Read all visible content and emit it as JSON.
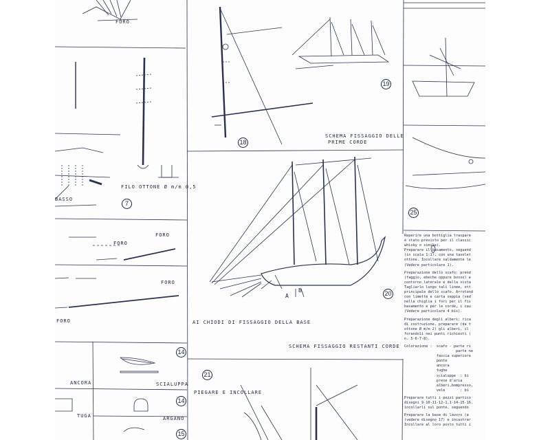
{
  "labels": {
    "foro_top": "FORO",
    "filo_ottone": "FILO OTTONE Ø m/m 0,5",
    "basso": "BASSO",
    "foro_a": "FORO",
    "foro_b": "FORO",
    "foro_c": "FORO",
    "foro_d": "FORO",
    "schema_prime_1": "SCHEMA FISSAGGIO DELLE",
    "schema_prime_2": "PRIME CORDE",
    "ai_chiodi": "AI CHIODI DI FISSAGGIO DELLA BASE",
    "schema_restanti": "SCHEMA FISSAGGIO RESTANTI CORDE",
    "ancora": "ANCORA",
    "scialuppa": "SCIALUPPA",
    "tuga": "TUGA",
    "argano": "ARGANO",
    "piegare": "PIEGARE E INCOLLARE",
    "letter_a": "A",
    "letter_b": "B"
  },
  "numbers": {
    "n7": "7",
    "n14a": "14",
    "n14b": "14",
    "n15": "15",
    "n18": "18",
    "n19": "19",
    "n20": "20",
    "n21": "21",
    "n25": "25"
  },
  "notes": [
    "Reperire una bottiglia traspare",
    "è stato previsto per il classic",
    "whisky o simile).",
    "Preparare il basamento, seguend",
    "(in scala 1:1), con una tavolet",
    "ottone. Incollare saldamente le",
    "(Vedere particolare 1).",
    "",
    "Preparazione dello scafo: prend",
    "(faggio, ebeche oppure bosso) e",
    "contorno laterale e della vista",
    "Tagliarlo lungo tali linee, ott",
    "principale dello scafo. Arrotond",
    "con limette e carta seppia (ved",
    "nella chiglia i fori per il fis",
    "basamento e per le corde, i cau",
    "(Vedere particolare 4 bis).",
    "",
    "Preparazione degli alberi: rica",
    "di costruzione, preparare (da t",
    "ottone Ø m/m 2) gli alberi, il",
    "forandoli nei punti richiesti (",
    "n. 5-6-7-8).",
    "",
    "Colorazione :  scafo - parte ri",
    "                        parte ne",
    "               fascia superiore",
    "               ponte",
    "               ancora",
    "               tughe",
    "               scialuppe  : bi",
    "               prese d'aria",
    "               alberi,bompresso,",
    "               vele       : bi",
    "",
    "Preparare tutti i pezzi partico",
    "disegni 9-10-11-12-1,1-14-15-16.",
    "incollarli sul ponte, seguendo",
    "",
    "Preparare la base di lavoro (a",
    "(vedere disegno 17) e incastrar",
    "Incollare al loro posto tutti i"
  ]
}
